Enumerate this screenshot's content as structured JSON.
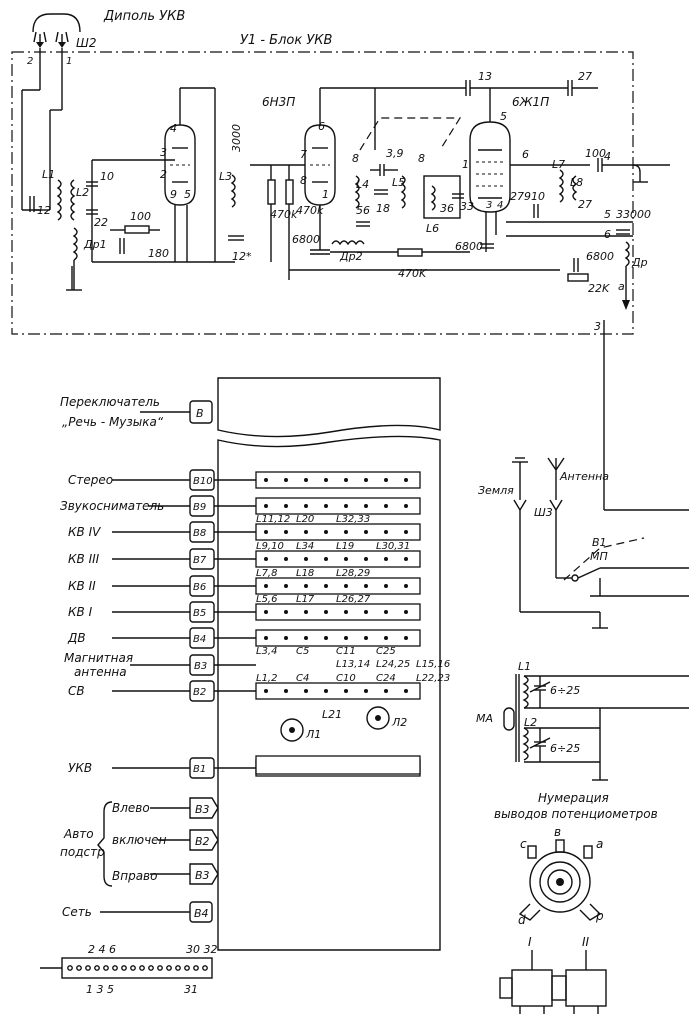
{
  "top": {
    "dipole_label": "Диполь УКВ",
    "connector_label": "Ш2",
    "block_title": "У1 - Блок УКВ",
    "tube1": "6Н3П",
    "tube2": "6Ж1П",
    "dipole_pins": [
      "2",
      "1"
    ]
  },
  "components": {
    "c12a": "12",
    "l1": "L1",
    "l2": "L2",
    "c10": "10",
    "c22": "22",
    "dr1": "Др1",
    "c100": "100",
    "c180": "180",
    "l3": "L3",
    "c12b": "12*",
    "r3000": "3000",
    "r470k_a": "470k",
    "r470k_b": "470k",
    "c6800a": "6800",
    "dr2": "Др2",
    "l4": "L4",
    "l5": "L5",
    "c3_9": "3,9",
    "c18": "18",
    "c56": "56",
    "c13": "13",
    "l6": "L6",
    "c36": "36",
    "c33": "33",
    "c910": "910",
    "c6800b": "6800",
    "r470k_c": "470K",
    "c27a": "27",
    "l7": "L7",
    "l8": "L8",
    "c27b": "27",
    "c100b": "100",
    "c33000": "33000",
    "c6800c": "6800",
    "r22k": "22K",
    "dr3": "Др",
    "c27c": "27"
  },
  "pins": {
    "t1_4": "4",
    "t1_3": "3",
    "t1_2": "2",
    "t1_9": "9",
    "t1_5": "5",
    "t1_6": "6",
    "t1_7": "7",
    "t1_8": "8",
    "t1_1": "1",
    "t2_5": "5",
    "t2_1": "1",
    "t2_6": "6",
    "t2_3": "3",
    "t2_4": "4",
    "out_4": "4",
    "out_5": "5",
    "out_6": "6",
    "out_3": "3",
    "out_a": "a",
    "l4_pin": "8",
    "l5_pin": "8"
  },
  "switches": {
    "left_labels": [
      "Переключатель",
      "„Речь - Музыка“",
      "Стерео",
      "Звукосниматель",
      "КВ IV",
      "КВ III",
      "КВ II",
      "КВ I",
      "ДВ",
      "Магнитная",
      "антенна",
      "СВ",
      "УКВ"
    ],
    "keys": [
      "В",
      "В10",
      "В9",
      "В8",
      "В7",
      "В6",
      "В5",
      "В4",
      "В3",
      "В2",
      "В1"
    ],
    "strip_labels": [
      [
        "L11,12",
        "L20",
        "L32,33"
      ],
      [
        "L9,10",
        "L34",
        "L19",
        "L30,31"
      ],
      [
        "L7,8",
        "L18",
        "L28,29"
      ],
      [
        "L5,6",
        "L17",
        "L26,27"
      ],
      [
        "L3,4",
        "C5",
        "C11",
        "C25"
      ],
      [
        "L13,14",
        "L24,25",
        "L15,16"
      ],
      [
        "L1,2",
        "C4",
        "C10",
        "C24",
        "L22,23"
      ]
    ],
    "lamps": [
      "L21",
      "Л1",
      "Л2"
    ]
  },
  "auto": {
    "group_label_1": "Авто",
    "group_label_2": "подстр",
    "items": [
      "Влево",
      "включен",
      "Вправо"
    ],
    "keys": [
      "В3",
      "В2",
      "В3"
    ],
    "net_label": "Сеть",
    "net_key": "В4"
  },
  "connector": {
    "top_numbers": "2 4 6",
    "top_numbers_right": "30 32",
    "bottom_numbers": "1 3 5",
    "bottom_numbers_right": "31"
  },
  "antenna": {
    "earth": "Земля",
    "antenna": "Антенна",
    "socket": "Ш3",
    "switch": "В1",
    "switch_sub": "МП",
    "ma": "МА",
    "l1": "L1",
    "l2": "L2",
    "c1": "6÷25",
    "c2": "6÷25"
  },
  "potentiometer": {
    "title_1": "Нумерация",
    "title_2": "выводов потенциометров",
    "pins": [
      "с",
      "в",
      "а",
      "d",
      "р"
    ],
    "sections": [
      "I",
      "II"
    ]
  }
}
